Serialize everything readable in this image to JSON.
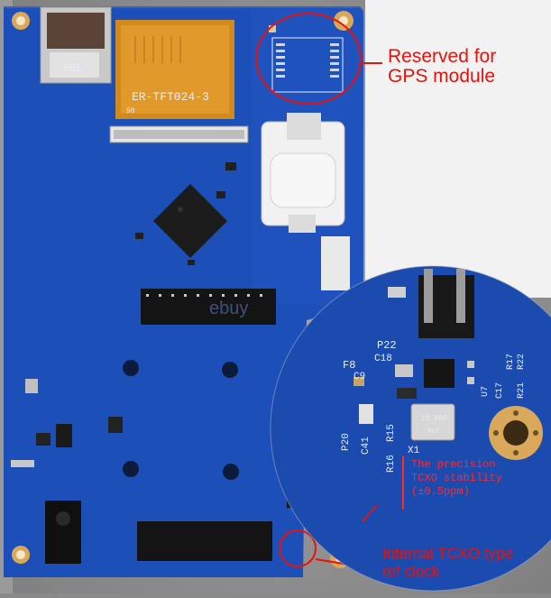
{
  "annotations": {
    "gps_reserved": [
      "Reserved for",
      "GPS module"
    ],
    "tcxo_internal": [
      "Internal TCXO type",
      "ref clock"
    ],
    "zoom_note": [
      "The precision",
      "TCXO stability",
      "(±0.5ppm)"
    ]
  },
  "board_marks": {
    "display_part": "ER-TFT024-3",
    "display_pin": "50",
    "watermark": "ebuy",
    "tcxo_freq": "10.000",
    "tcxo_code": "917",
    "sd_card": "08L",
    "zoom_labels": [
      "P22",
      "C18",
      "F8",
      "C9",
      "U7",
      "C17",
      "R17",
      "R21",
      "R22",
      "P20",
      "C41",
      "R15",
      "R16",
      "X1"
    ]
  },
  "colors": {
    "board_blue": "#1d4fb8",
    "annotation_red": "#e8120c",
    "header_black": "#1a1a1a",
    "gold": "#d9a85a"
  }
}
